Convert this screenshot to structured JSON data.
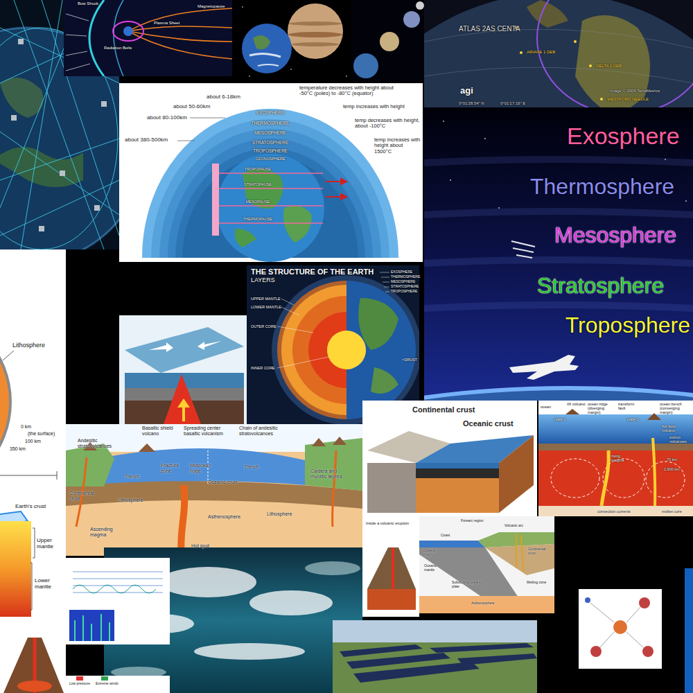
{
  "diagram": {
    "labels": [
      "Bow Shock",
      "Magnetopause",
      "Plasma Sheet",
      "Radiation Belts",
      "ATLAS 2AS CENTA",
      "ARIANE 1 DEB",
      "DELTA 1 DEB",
      "agi",
      "Image © 2006 TerraMetrics",
      "WESTFORD NEEDLE",
      "0°01'28.54\" N",
      "0°01'17.16\" E",
      "about 380-500km",
      "about 80-100km",
      "about 50-60km",
      "about 6-18km",
      "temperature decreases with height about -50°C (poles) to -80°C (equator)",
      "temp increases with height",
      "temp decreases with height, about -100°C",
      "temp increases with height about 1500°C",
      "EXOSPHERE",
      "THERMOSPHERE",
      "MESOSPHERE",
      "STRATOSPHERE",
      "TROPOSPHERE",
      "OZONOSPHERE",
      "TROPOPAUSE",
      "STRATOPAUSE",
      "MESOPAUSE",
      "THERMOPAUSE",
      "Exosphere",
      "Thermosphere",
      "Mesosphere",
      "Stratosphere",
      "Troposphere",
      "THE STRUCTURE OF THE EARTH",
      "LAYERS",
      "EXOSPHERE",
      "THERMOSPHERE",
      "MESOSPHERE",
      "STRATOSPHERE",
      "TROPOSPHERE",
      "UPPER MANTLE",
      "LOWER MANTLE",
      "OUTER CORE",
      "INNER CORE",
      "CRUST",
      "Lithosphere",
      "0 km",
      "(the surface)",
      "100 km",
      "350 km",
      "Earth's crust",
      "Upper mantle",
      "Lower mantle",
      "Continental crust",
      "Oceanic crust",
      "ocean",
      "rift volcano",
      "ocean ridge (diverging margin)",
      "transform fault",
      "plate 1",
      "plate 2",
      "ocean trench (converging margin)",
      "hot-spot volcano",
      "extinct volcanoes",
      "rising magma",
      "70 km",
      "2,900 km",
      "convection currents",
      "molten core",
      "Basaltic shield volcano",
      "Spreading center basaltic volcanism",
      "Chain of andesitic stratovolcanoes",
      "Andesitic stratovolcanoes",
      "Fracture zone",
      "Trench",
      "Midocean ridge",
      "Trench",
      "Caldera and rhyolitic tephra",
      "Continental crust",
      "Oceanic crust",
      "Lithosphere",
      "Asthenosphere",
      "Lithosphere",
      "Ascending magma",
      "Hot spot",
      "Coast",
      "Forearc region",
      "Volcanic arc",
      "Continental crust",
      "Oceanic crust",
      "Oceanic mantle",
      "Subducting oceanic plate",
      "Melting zone",
      "Asthenosphere",
      "Inside a volcanic eruption",
      "Low pressure",
      "Extreme winds"
    ]
  }
}
